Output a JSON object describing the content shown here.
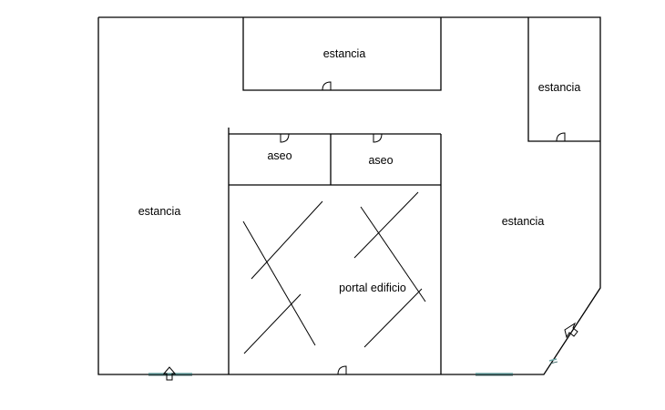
{
  "plan": {
    "rooms": [
      {
        "id": "estancia-top",
        "label": "estancia"
      },
      {
        "id": "estancia-top-right",
        "label": "estancia"
      },
      {
        "id": "aseo-left",
        "label": "aseo"
      },
      {
        "id": "aseo-right",
        "label": "aseo"
      },
      {
        "id": "estancia-left",
        "label": "estancia"
      },
      {
        "id": "estancia-right",
        "label": "estancia"
      },
      {
        "id": "portal",
        "label": "portal edificio"
      }
    ]
  }
}
